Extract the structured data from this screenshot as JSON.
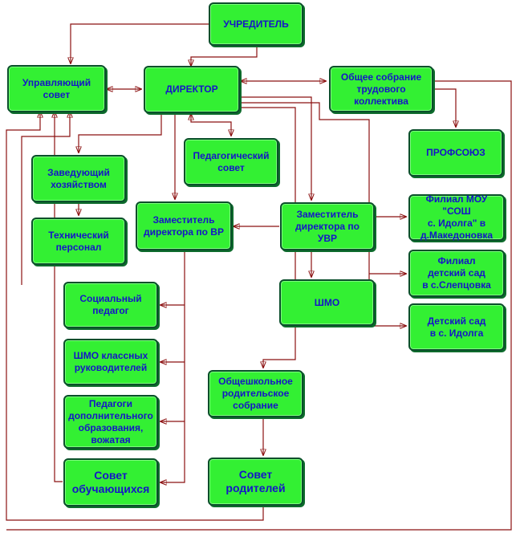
{
  "nodes": {
    "founder": "УЧРЕДИТЕЛЬ",
    "board": "Управляющий\nсовет",
    "director": "ДИРЕКТОР",
    "general_meeting": "Общее собрание\nтрудового\nколлектива",
    "union": "ПРОФСОЮЗ",
    "ped_council": "Педагогический\nсовет",
    "supply_head": "Заведующий\nхозяйством",
    "tech_staff": "Технический\nперсонал",
    "deputy_vr": "Заместитель\nдиректора по ВР",
    "deputy_uvr": "Заместитель\nдиректора по УВР",
    "branch_makedonovka": "Филиал МОУ \"СОШ\nс. Идолга\" в\nд.Македоновка",
    "branch_slepcovka": "Филиал\nдетский сад\nв с.Слепцовка",
    "kindergarten": "Детский сад\nв с. Идолга",
    "social_pedagogue": "Социальный\nпедагог",
    "shmo": "ШМО",
    "class_teachers": "ШМО классных\nруководителей",
    "school_parent_meeting": "Общешкольное\nродительское\nсобрание",
    "extra_education": "Педагоги\nдополнительного\nобразования,\nвожатая",
    "student_council": "Совет\nобучающихся",
    "parent_council": "Совет\nродителей"
  },
  "colors": {
    "box_fill": "#33f033",
    "box_border": "#0a4f2a",
    "text": "#1515c8",
    "connector": "#8b1010"
  }
}
